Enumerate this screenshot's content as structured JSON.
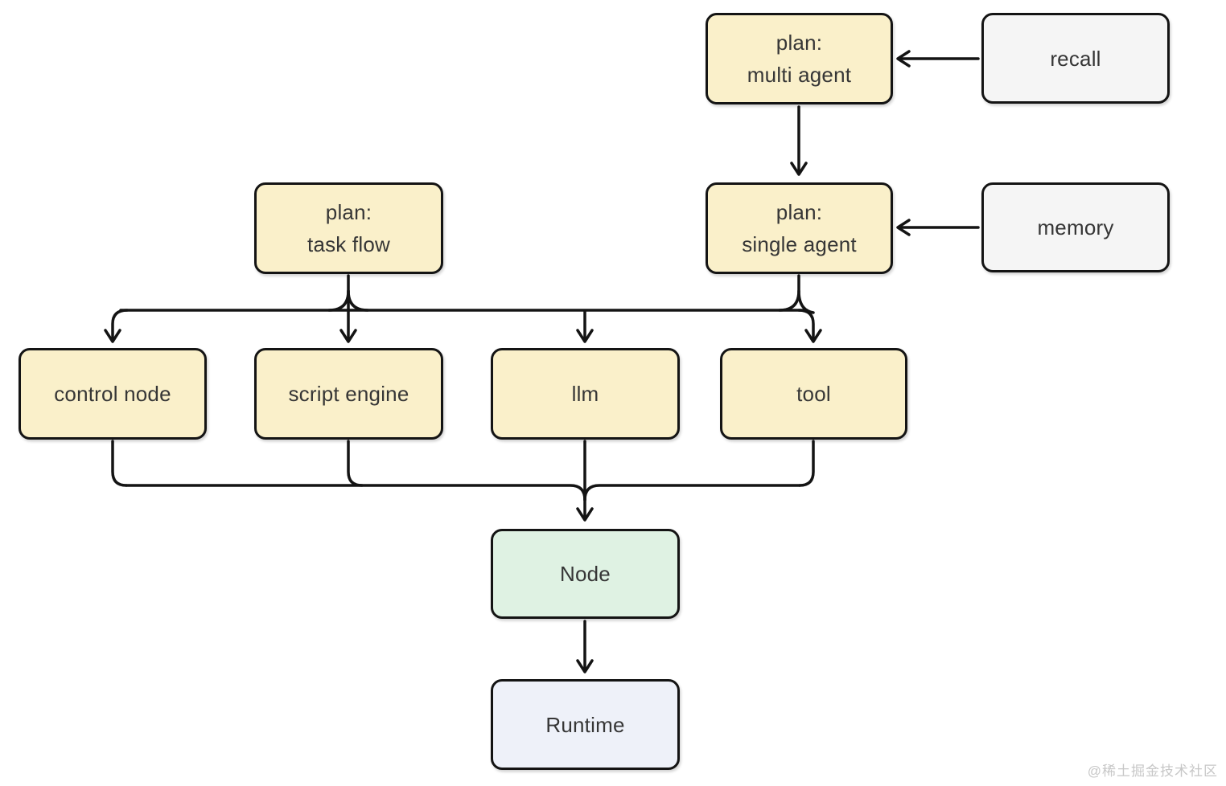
{
  "diagram": {
    "nodes": {
      "plan_multi_agent": {
        "label": "plan:\nmulti agent",
        "fill": "#faf0ca"
      },
      "recall": {
        "label": "recall",
        "fill": "#f5f5f5"
      },
      "plan_task_flow": {
        "label": "plan:\ntask flow",
        "fill": "#faf0ca"
      },
      "plan_single_agent": {
        "label": "plan:\nsingle agent",
        "fill": "#faf0ca"
      },
      "memory": {
        "label": "memory",
        "fill": "#f5f5f5"
      },
      "control_node": {
        "label": "control node",
        "fill": "#faf0ca"
      },
      "script_engine": {
        "label": "script engine",
        "fill": "#faf0ca"
      },
      "llm": {
        "label": "llm",
        "fill": "#faf0ca"
      },
      "tool": {
        "label": "tool",
        "fill": "#faf0ca"
      },
      "node": {
        "label": "Node",
        "fill": "#dff2e3"
      },
      "runtime": {
        "label": "Runtime",
        "fill": "#eef1f9"
      }
    },
    "edges": [
      {
        "from": "recall",
        "to": "plan_multi_agent"
      },
      {
        "from": "plan_multi_agent",
        "to": "plan_single_agent"
      },
      {
        "from": "memory",
        "to": "plan_single_agent"
      },
      {
        "from": "plan_task_flow",
        "to": "control_node"
      },
      {
        "from": "plan_task_flow",
        "to": "script_engine"
      },
      {
        "from": "plan_task_flow",
        "to": "llm"
      },
      {
        "from": "plan_task_flow",
        "to": "tool"
      },
      {
        "from": "plan_single_agent",
        "to": "control_node"
      },
      {
        "from": "plan_single_agent",
        "to": "script_engine"
      },
      {
        "from": "plan_single_agent",
        "to": "llm"
      },
      {
        "from": "plan_single_agent",
        "to": "tool"
      },
      {
        "from": "control_node",
        "to": "node"
      },
      {
        "from": "script_engine",
        "to": "node"
      },
      {
        "from": "llm",
        "to": "node"
      },
      {
        "from": "tool",
        "to": "node"
      },
      {
        "from": "node",
        "to": "runtime"
      }
    ],
    "colors": {
      "plan_fill": "#faf0ca",
      "side_fill": "#f5f5f5",
      "node_fill": "#dff2e3",
      "runtime_fill": "#eef1f9",
      "border": "#141414",
      "arrow": "#141414",
      "text": "#363636",
      "background": "#ffffff"
    }
  },
  "watermark": {
    "text": "@稀土掘金技术社区"
  }
}
